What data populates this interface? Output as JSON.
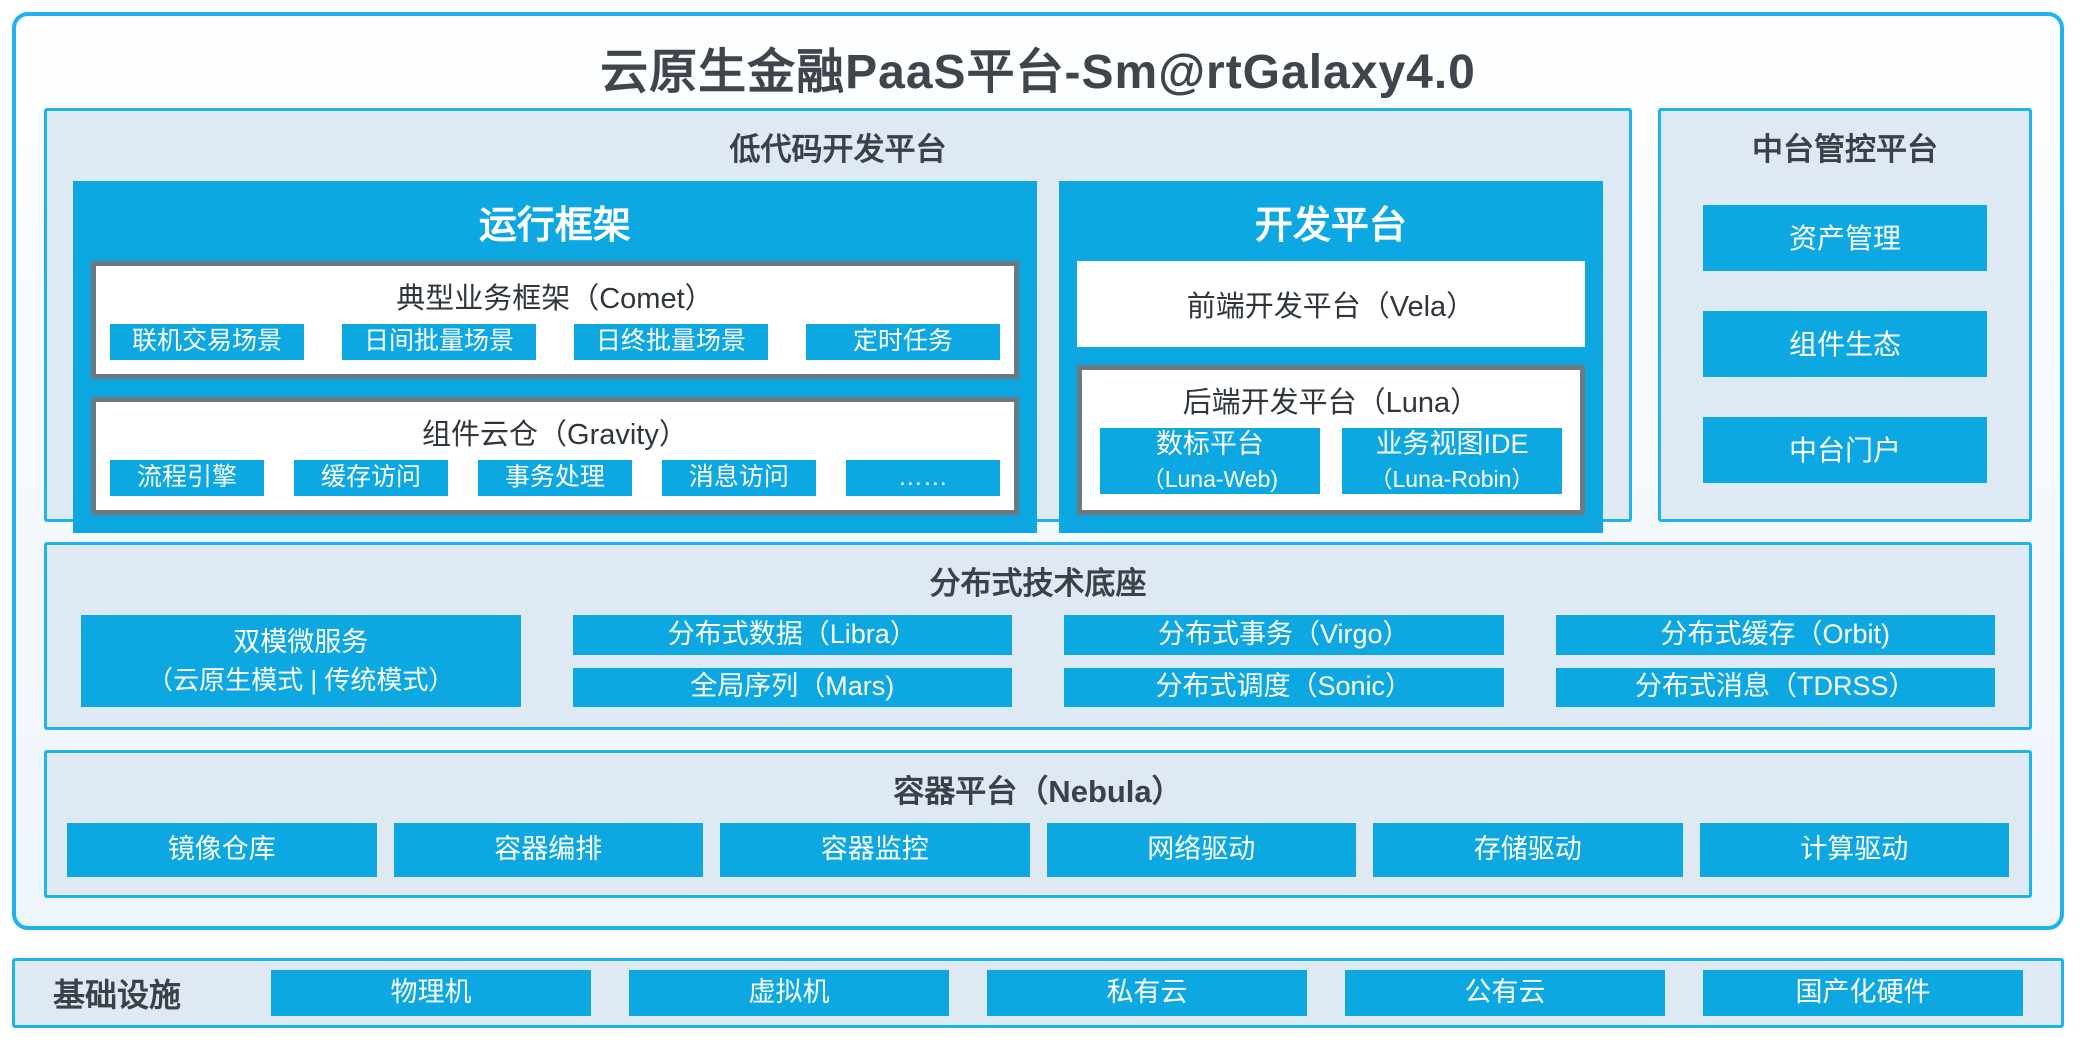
{
  "title": "云原生金融PaaS平台-Sm@rtGalaxy4.0",
  "colors": {
    "chip_blue": "#0DA8E2",
    "border_cyan": "#1FB2EC",
    "panel_light": "#DFE9F4",
    "box_gray_border": "#6F7983",
    "dark_text": "#3A4149"
  },
  "low_code": {
    "title": "低代码开发平台",
    "runtime": {
      "title": "运行框架",
      "groups": [
        {
          "title": "典型业务框架（Comet）",
          "chips": [
            "联机交易场景",
            "日间批量场景",
            "日终批量场景",
            "定时任务"
          ]
        },
        {
          "title": "组件云仓（Gravity）",
          "chips": [
            "流程引擎",
            "缓存访问",
            "事务处理",
            "消息访问",
            "……"
          ]
        }
      ]
    },
    "dev": {
      "title": "开发平台",
      "frontend": "前端开发平台（Vela）",
      "backend": {
        "title": "后端开发平台（Luna）",
        "chips": [
          {
            "line1": "数标平台",
            "line2": "（Luna-Web)"
          },
          {
            "line1": "业务视图IDE",
            "line2": "（Luna-Robin）"
          }
        ]
      }
    }
  },
  "midplatform": {
    "title": "中台管控平台",
    "items": [
      "资产管理",
      "组件生态",
      "中台门户"
    ]
  },
  "distributed": {
    "title": "分布式技术底座",
    "dual_mode": {
      "line1": "双模微服务",
      "line2": "（云原生模式 | 传统模式）"
    },
    "chips": [
      "分布式数据（Libra）",
      "分布式事务（Virgo）",
      "分布式缓存（Orbit)",
      "全局序列（Mars)",
      "分布式调度（Sonic）",
      "分布式消息（TDRSS）"
    ]
  },
  "container": {
    "title": "容器平台（Nebula）",
    "chips": [
      "镜像仓库",
      "容器编排",
      "容器监控",
      "网络驱动",
      "存储驱动",
      "计算驱动"
    ]
  },
  "infra": {
    "title": "基础设施",
    "chips": [
      "物理机",
      "虚拟机",
      "私有云",
      "公有云",
      "国产化硬件"
    ]
  }
}
